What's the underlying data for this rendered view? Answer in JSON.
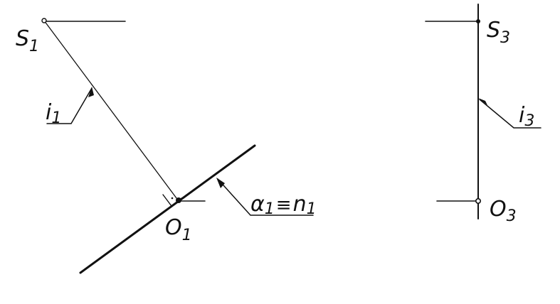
{
  "diagram": {
    "labels": {
      "s1": "S",
      "s1_sub": "1",
      "i1": "i",
      "i1_sub": "1",
      "o1": "O",
      "o1_sub": "1",
      "alpha": "α",
      "alpha_sub": "1",
      "equiv": "≡",
      "n": "n",
      "n_sub": "1",
      "s3": "S",
      "s3_sub": "3",
      "i3": "i",
      "i3_sub": "3",
      "o3": "O",
      "o3_sub": "3"
    },
    "colors": {
      "ink": "#111111",
      "paper": "#ffffff"
    }
  }
}
